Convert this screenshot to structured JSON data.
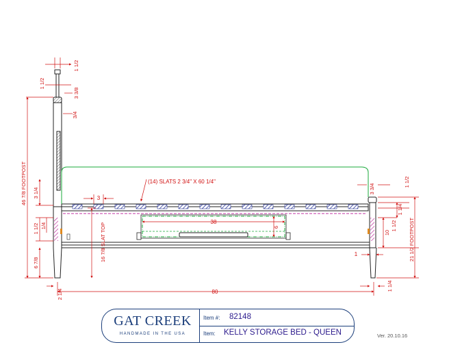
{
  "dimensions": {
    "post_cap_w": "1 1/2",
    "post_cap_h": "1 1/2",
    "post_neck_a": "3 3/8",
    "post_neck_b": "3/4",
    "post_tall": "46 7/8 FOOTPOST",
    "post_inner": "3 1/4",
    "post_lower_a": "1 1/2",
    "post_lower_b": "1/4",
    "post_foot": "6 7/8",
    "slats_note": "(14) SLATS 2 3/4\" X 60 1/4\"",
    "slat_gap": "3",
    "drawer_width": "38",
    "drawer_height": "6",
    "slat_top": "16 7/8 SLAT TOP",
    "fp_cap_w": "3 3/4",
    "fp_cap_h": "1 1/2",
    "fp_top": "10",
    "fp_side_a": "1 1/2",
    "fp_side_b": "1 1/4",
    "fp_total": "21 1/2 FOOTPOST",
    "fp_foot": "1",
    "foot_gap_left": "2 1/4",
    "overall_length": "80",
    "foot_gap_right": "1 1/4"
  },
  "title_block": {
    "brand_name": "GAT CREEK",
    "brand_tagline": "HANDMADE IN THE USA",
    "item_number_label": "Item #:",
    "item_number": "82148",
    "item_label": "Item:",
    "item_name": "KELLY STORAGE BED - QUEEN"
  },
  "version": "Ver. 20.10.16",
  "colors": {
    "dimension": "#d11010",
    "outline": "#222222",
    "mattress": "#18a83a",
    "slat_hatch": "#2d3a9a",
    "post_hatch": "#c030a0",
    "brand": "#1a3d7a",
    "item_text": "#2b1a8c"
  }
}
